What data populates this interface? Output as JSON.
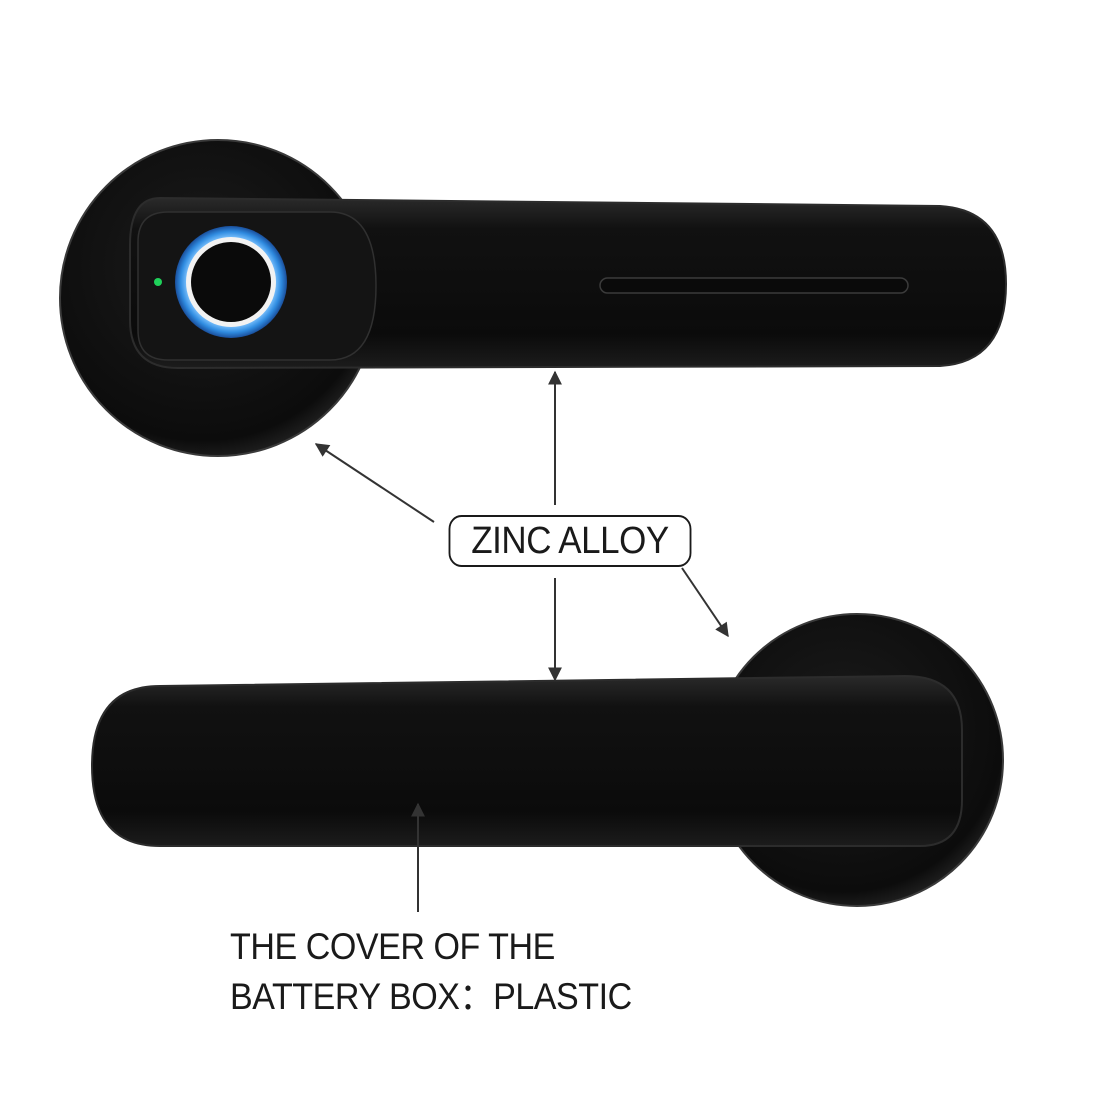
{
  "material_label": "ZINC ALLOY",
  "battery_caption": {
    "line1": "THE COVER OF THE",
    "line2": "BATTERY BOX：PLASTIC"
  },
  "colors": {
    "handle": "#0d0d0d",
    "rosette": "#101010",
    "fingerprint_ring": "#2f8be0",
    "indicator_led": "#1fd15a",
    "arrow": "#333333"
  }
}
